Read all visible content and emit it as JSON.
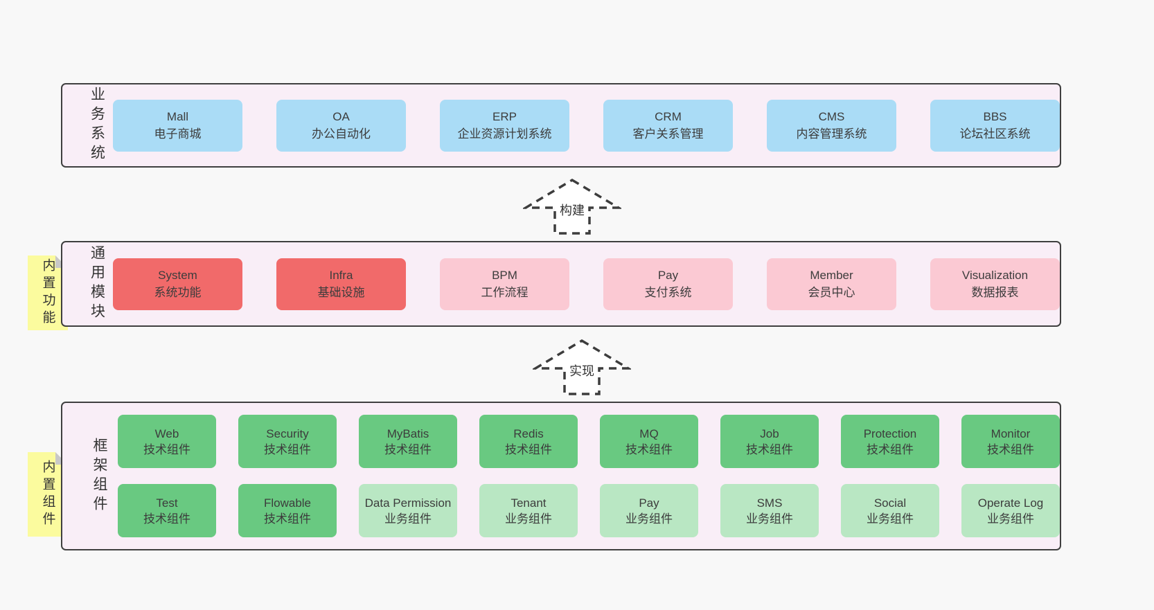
{
  "colors": {
    "page_background": "#f8f8f8",
    "band_background": "#f9eef7",
    "band_border": "#3f3f3f",
    "blue_box": "#aadcf6",
    "red_box": "#f16a6a",
    "pink_box": "#fbc9d3",
    "green_dark_box": "#69c981",
    "green_light_box": "#b9e7c3",
    "sticky_yellow": "#fbfb9e",
    "sticky_fold_gray": "#c8c8c8",
    "text": "#3b3b3b"
  },
  "arrows": [
    {
      "label": "构建"
    },
    {
      "label": "实现"
    }
  ],
  "stickies": [
    {
      "label": "内置功能"
    },
    {
      "label": "内置组件"
    }
  ],
  "bands": [
    {
      "label": "业务系统",
      "boxes": [
        {
          "name": "Mall",
          "desc": "电子商城",
          "variant": "blue"
        },
        {
          "name": "OA",
          "desc": "办公自动化",
          "variant": "blue"
        },
        {
          "name": "ERP",
          "desc": "企业资源计划系统",
          "variant": "blue"
        },
        {
          "name": "CRM",
          "desc": "客户关系管理",
          "variant": "blue"
        },
        {
          "name": "CMS",
          "desc": "内容管理系统",
          "variant": "blue"
        },
        {
          "name": "BBS",
          "desc": "论坛社区系统",
          "variant": "blue"
        }
      ]
    },
    {
      "label": "通用模块",
      "boxes": [
        {
          "name": "System",
          "desc": "系统功能",
          "variant": "red"
        },
        {
          "name": "Infra",
          "desc": "基础设施",
          "variant": "red"
        },
        {
          "name": "BPM",
          "desc": "工作流程",
          "variant": "pink"
        },
        {
          "name": "Pay",
          "desc": "支付系统",
          "variant": "pink"
        },
        {
          "name": "Member",
          "desc": "会员中心",
          "variant": "pink"
        },
        {
          "name": "Visualization",
          "desc": "数据报表",
          "variant": "pink"
        }
      ]
    },
    {
      "label": "框架组件",
      "boxes": [
        {
          "name": "Web",
          "desc": "技术组件",
          "variant": "green-dark"
        },
        {
          "name": "Security",
          "desc": "技术组件",
          "variant": "green-dark"
        },
        {
          "name": "MyBatis",
          "desc": "技术组件",
          "variant": "green-dark"
        },
        {
          "name": "Redis",
          "desc": "技术组件",
          "variant": "green-dark"
        },
        {
          "name": "MQ",
          "desc": "技术组件",
          "variant": "green-dark"
        },
        {
          "name": "Job",
          "desc": "技术组件",
          "variant": "green-dark"
        },
        {
          "name": "Protection",
          "desc": "技术组件",
          "variant": "green-dark"
        },
        {
          "name": "Monitor",
          "desc": "技术组件",
          "variant": "green-dark"
        },
        {
          "name": "Test",
          "desc": "技术组件",
          "variant": "green-dark"
        },
        {
          "name": "Flowable",
          "desc": "技术组件",
          "variant": "green-dark"
        },
        {
          "name": "Data Permission",
          "desc": "业务组件",
          "variant": "green-light"
        },
        {
          "name": "Tenant",
          "desc": "业务组件",
          "variant": "green-light"
        },
        {
          "name": "Pay",
          "desc": "业务组件",
          "variant": "green-light"
        },
        {
          "name": "SMS",
          "desc": "业务组件",
          "variant": "green-light"
        },
        {
          "name": "Social",
          "desc": "业务组件",
          "variant": "green-light"
        },
        {
          "name": "Operate Log",
          "desc": "业务组件",
          "variant": "green-light"
        }
      ]
    }
  ]
}
